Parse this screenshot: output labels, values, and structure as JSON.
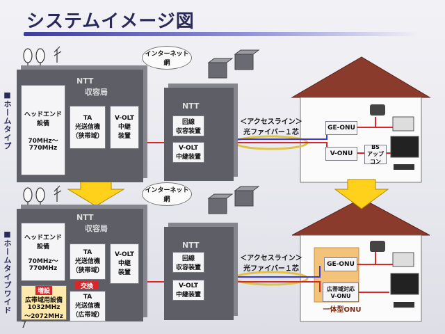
{
  "title": "システムイメージ図",
  "side_labels": {
    "top": "■ホームタイプ",
    "bottom": "■ホームタイプワイド"
  },
  "cloud_label": "インターネット網",
  "ntt_label": "NTT",
  "station_label": "収容局",
  "headend": {
    "line1": "ヘッドエンド",
    "line2": "設備",
    "freq1": "70MHz～",
    "freq2": "770MHz"
  },
  "ta_narrow": {
    "line1": "TA",
    "line2": "光送信機",
    "line3": "（狭帯域）"
  },
  "ta_wide": {
    "line1": "TA",
    "line2": "光送信機",
    "line3": "（広帯域）"
  },
  "volt_relay": {
    "line1": "V-OLT",
    "line2": "中継",
    "line3": "装置"
  },
  "kaisen": {
    "line1": "回線",
    "line2": "収容装置"
  },
  "volt_relay2": {
    "line1": "V-OLT",
    "line2": "中継装置"
  },
  "access_line": {
    "line1": "＜アクセスライン＞",
    "line2": "光ファイバー１芯"
  },
  "ge_onu": "GE-ONU",
  "v_onu": "V-ONU",
  "bs": {
    "line1": "BS",
    "line2": "アップコン"
  },
  "zosetsu": "増設",
  "wide_equipment": {
    "line1": "広帯域用設備",
    "line2": "1032MHz",
    "line3": "～2072MHz"
  },
  "koukan": "交換",
  "wide_onu": {
    "line1": "広帯域対応",
    "line2": "V-ONU"
  },
  "integrated_onu": "一体型ONU",
  "page_number": "7",
  "colors": {
    "fiber_red": "#d8262a",
    "fiber_blue": "#3a3acb",
    "box_dark": "#5e5e66",
    "roof": "#8b3b2c",
    "arrow_yellow": "#ffd11a",
    "highlight_orange": "#f3c27b"
  }
}
